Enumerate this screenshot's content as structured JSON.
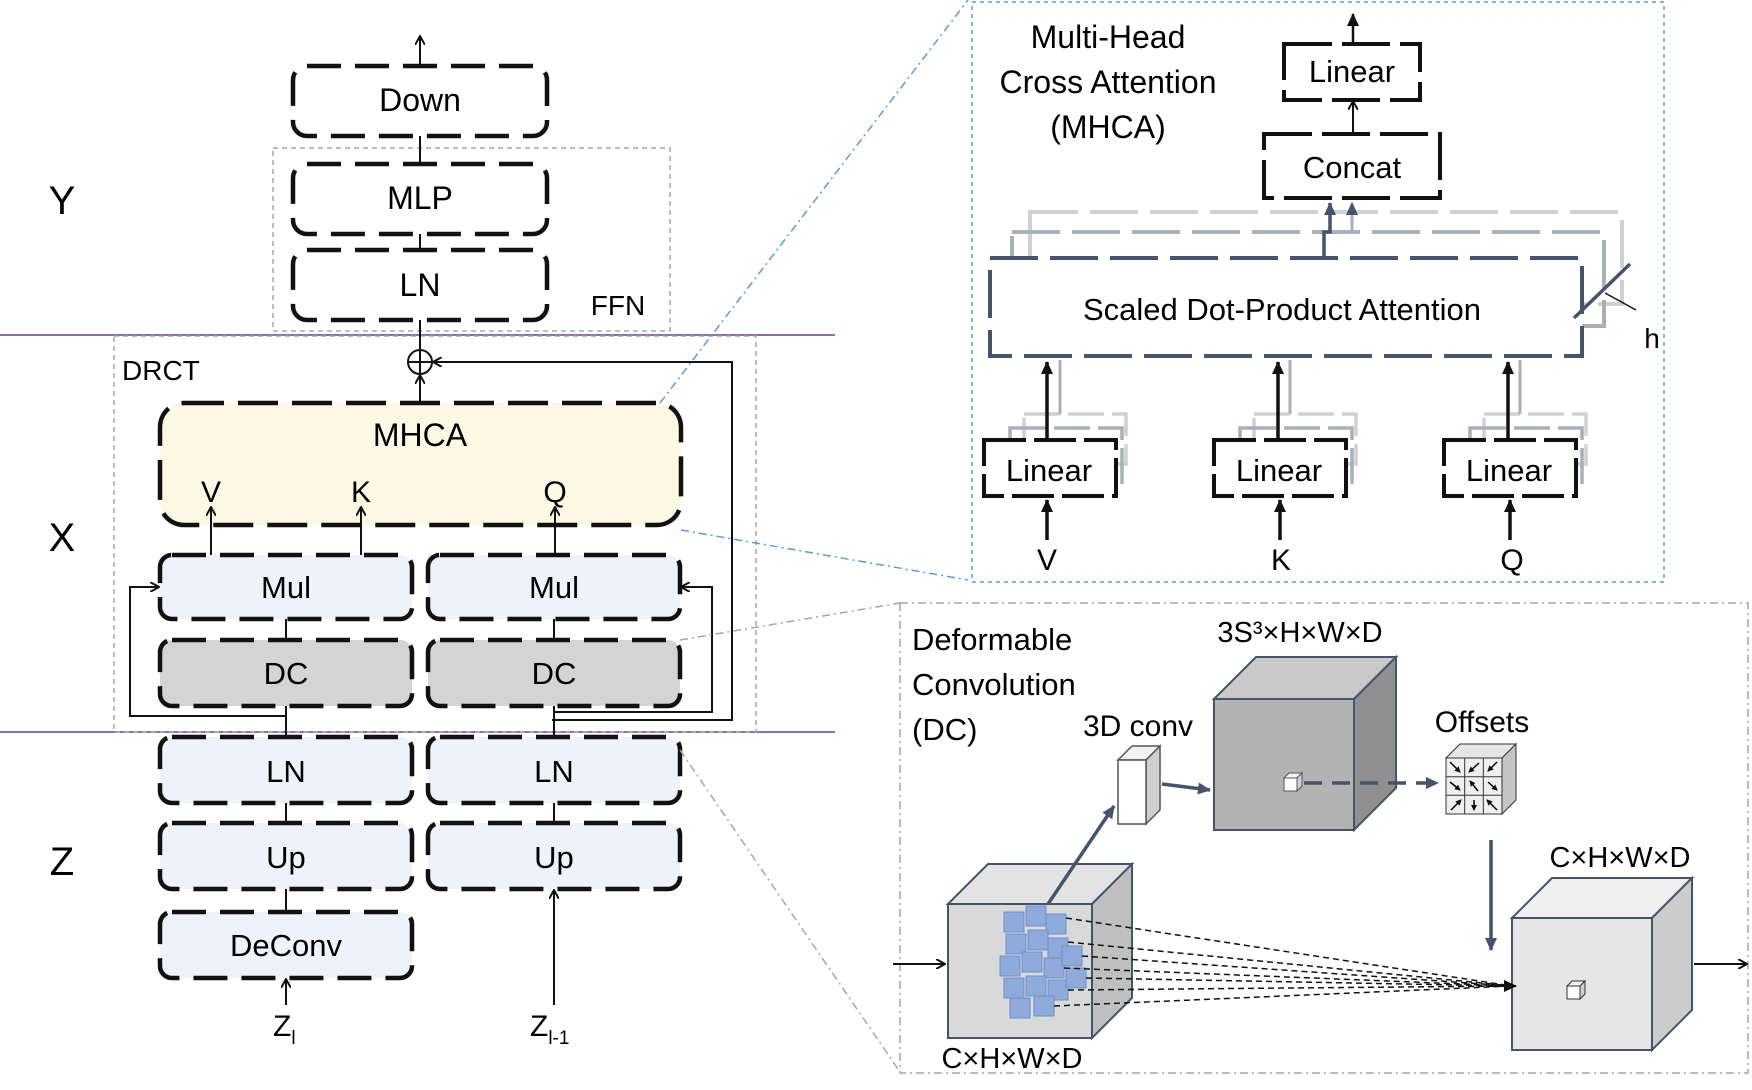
{
  "row_labels": {
    "y": "Y",
    "x": "X",
    "z": "Z"
  },
  "group_labels": {
    "ffn": "FFN",
    "drct": "DRCT"
  },
  "left": {
    "down": "Down",
    "mlp": "MLP",
    "ln_top": "LN",
    "mhca": "MHCA",
    "v": "V",
    "k": "K",
    "q": "Q",
    "mul": "Mul",
    "dc": "DC",
    "ln": "LN",
    "up": "Up",
    "deconv": "DeConv",
    "z_l": "Z",
    "z_l_sub": "l",
    "z_l1": "Z",
    "z_l1_sub": "l-1"
  },
  "mhca_detail": {
    "title_1": "Multi-Head",
    "title_2": "Cross Attention",
    "title_3": "(MHCA)",
    "linear_out": "Linear",
    "concat": "Concat",
    "sdpa": "Scaled Dot-Product Attention",
    "h": "h",
    "linear_v": "Linear",
    "linear_k": "Linear",
    "linear_q": "Linear",
    "in_v": "V",
    "in_k": "K",
    "in_q": "Q"
  },
  "dc_detail": {
    "title_1": "Deformable",
    "title_2": "Convolution",
    "title_3": "(DC)",
    "conv_label": "3D conv",
    "offset_dims": "3S³×H×W×D",
    "offsets": "Offsets",
    "in_dims": "C×H×W×D",
    "out_dims": "C×H×W×D"
  },
  "colors": {
    "mhca_fill": "#fbf9e3",
    "block_fill": "#eef3fb",
    "dc_fill": "#d4d4d4",
    "divider": "#6a3d9a",
    "callout": "#5b9bd5",
    "cube_blue": "#8eaadb"
  }
}
